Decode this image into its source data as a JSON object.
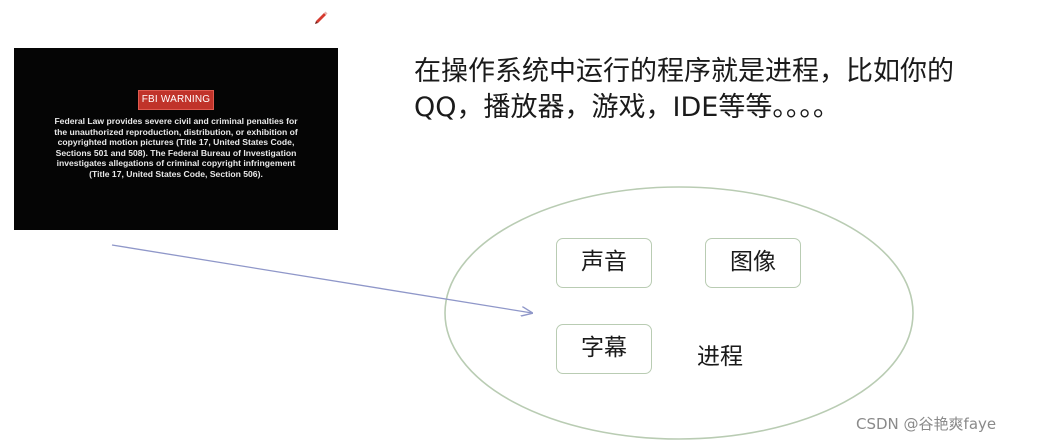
{
  "icons": {
    "pen": "pen-icon"
  },
  "fbi_screen": {
    "badge": "FBI WARNING",
    "lines": [
      "Federal Law provides severe civil and criminal penalties for",
      "the unauthorized reproduction, distribution, or exhibition of",
      "copyrighted motion pictures (Title 17, United States Code,",
      "Sections 501 and 508).  The Federal Bureau of Investigation",
      "investigates allegations of criminal copyright infringement",
      "(Title 17, United States Code, Section 506)."
    ]
  },
  "headline": {
    "line1": "在操作系统中运行的程序就是进程，比如你的",
    "line2": "QQ，播放器，游戏，IDE等等。。。。"
  },
  "diagram": {
    "boxes": {
      "sound": "声音",
      "image": "图像",
      "subtitle": "字幕"
    },
    "process_label": "进程"
  },
  "watermark": "CSDN @谷艳爽faye",
  "colors": {
    "ellipse_stroke": "#b9ccb3",
    "arrow": "#8f97c9",
    "badge": "#c0332a"
  }
}
